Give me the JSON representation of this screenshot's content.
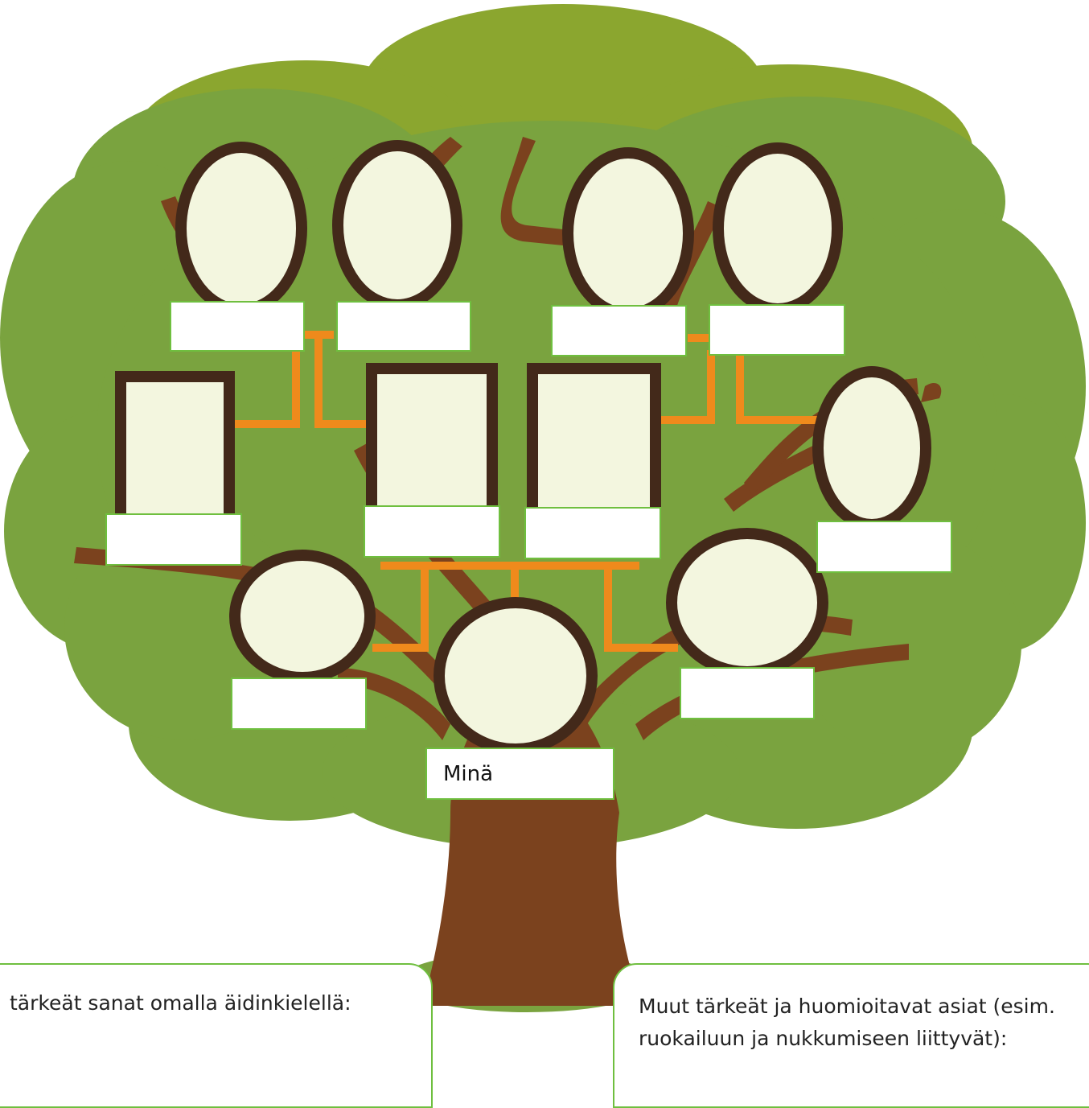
{
  "me_label": "Minä",
  "notes": {
    "left": "tärkeät sanat omalla äidinkielellä:",
    "right_line1": "Muut tärkeät ja huomioitavat asiat (esim.",
    "right_line2": "ruokailuun ja nukkumiseen liittyvät):"
  },
  "colors": {
    "canopy_dark": "#8ba62f",
    "canopy_light": "#7aa33f",
    "trunk": "#7b421e",
    "frame": "#43291a",
    "portrait": "#f3f6df",
    "connector": "#ef8a1c",
    "box_border": "#6fbf3f"
  },
  "frames": [
    {
      "id": "grandparent-1",
      "shape": "oval"
    },
    {
      "id": "grandparent-2",
      "shape": "oval"
    },
    {
      "id": "grandparent-3",
      "shape": "oval"
    },
    {
      "id": "grandparent-4",
      "shape": "oval"
    },
    {
      "id": "relative-left",
      "shape": "rect"
    },
    {
      "id": "parent-1",
      "shape": "rect"
    },
    {
      "id": "parent-2",
      "shape": "rect"
    },
    {
      "id": "relative-right",
      "shape": "oval"
    },
    {
      "id": "sibling-left",
      "shape": "circle"
    },
    {
      "id": "me",
      "shape": "circle"
    },
    {
      "id": "sibling-right",
      "shape": "circle"
    }
  ]
}
